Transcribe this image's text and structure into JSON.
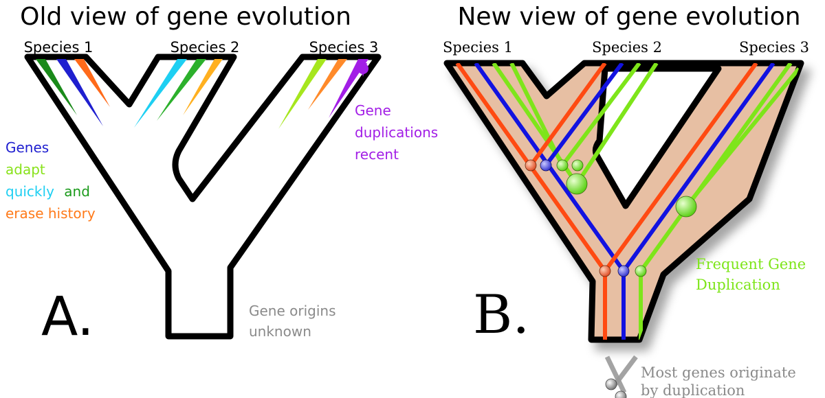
{
  "panel_a": {
    "title": "Old view of gene evolution",
    "species": [
      "Species 1",
      "Species 2",
      "Species 3"
    ],
    "duplication_note": [
      "Gene",
      "duplications",
      "recent"
    ],
    "adapt_note": [
      "Genes",
      "adapt",
      "quickly",
      "and",
      "erase history"
    ],
    "origins_note": [
      "Gene origins",
      "unknown"
    ],
    "letter": "A."
  },
  "panel_b": {
    "title": "New view of gene evolution",
    "species": [
      "Species 1",
      "Species 2",
      "Species 3"
    ],
    "frequent_note": [
      "Frequent Gene",
      "Duplication"
    ],
    "origin_note": [
      "Most genes originate",
      "by duplication"
    ],
    "letter": "B."
  },
  "colors": {
    "orange": "#ff4a12",
    "blue": "#1212e0",
    "green": "#7ee51a",
    "purple": "#a21ee6",
    "cyan": "#1ecff2",
    "grey": "#8a8a8a",
    "tree_fill": "#e7bfa3"
  }
}
